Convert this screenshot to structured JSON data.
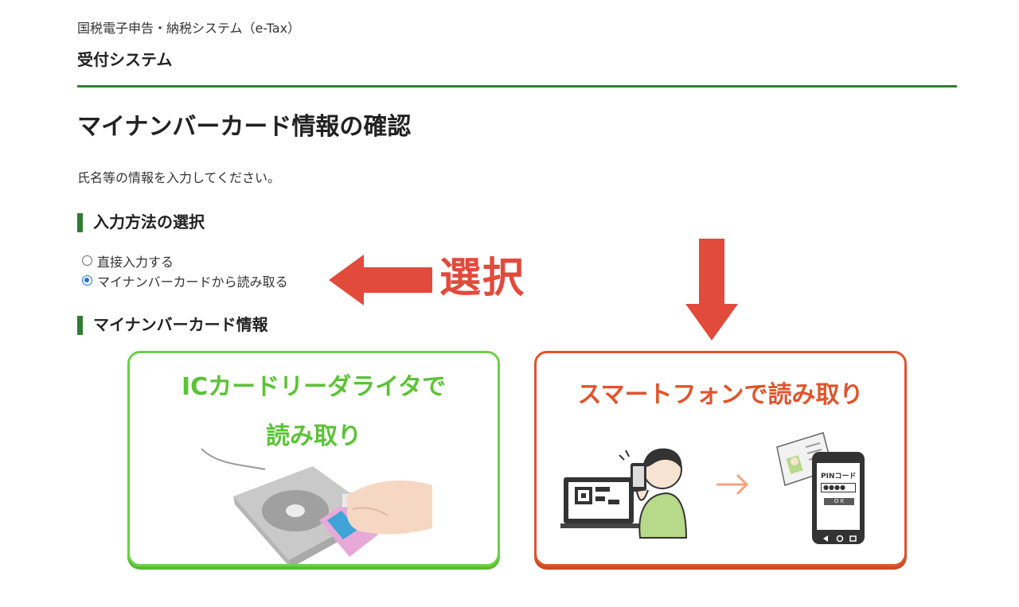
{
  "header": {
    "site_name": "国税電子申告・納税システム（e-Tax）",
    "system_name": "受付システム"
  },
  "page": {
    "title": "マイナンバーカード情報の確認",
    "lead": "氏名等の情報を入力してください。"
  },
  "input_method": {
    "heading": "入力方法の選択",
    "options": [
      {
        "label": "直接入力する",
        "checked": false
      },
      {
        "label": "マイナンバーカードから読み取る",
        "checked": true
      }
    ]
  },
  "annotation": {
    "select_label": "選択",
    "color": "#e24a3c"
  },
  "card_info": {
    "heading": "マイナンバーカード情報",
    "ic_card": {
      "title_line1": "ICカードリーダライタで",
      "title_line2": "読み取り",
      "accent": "#5cc237"
    },
    "smartphone": {
      "title": "スマートフォンで読み取り",
      "accent": "#e0542c",
      "pin_label": "PINコード",
      "pin_mask": "●●●●",
      "ok_label": "O K"
    }
  },
  "colors": {
    "brand_green": "#2e7d32",
    "radio_blue": "#1a73e8"
  }
}
